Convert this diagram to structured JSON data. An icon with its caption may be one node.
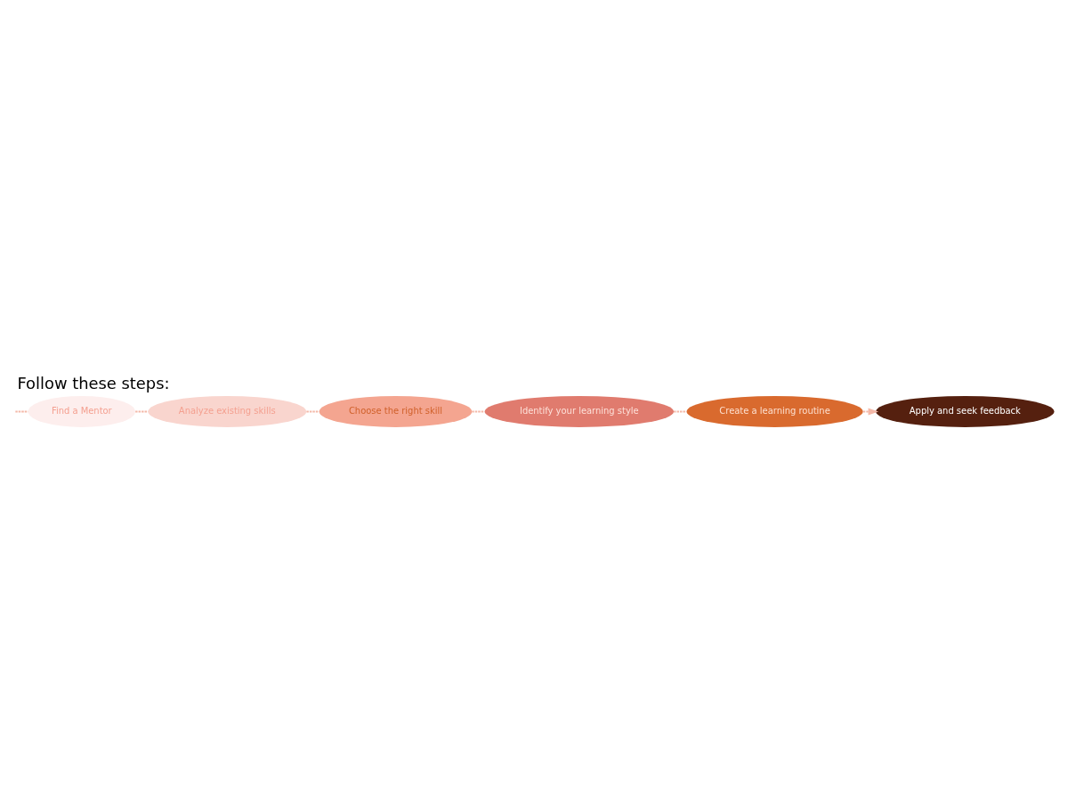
{
  "diagram": {
    "title": "Follow these steps:",
    "nodes": [
      {
        "text": [
          "Find a Mentor"
        ]
      },
      {
        "text": [
          "Analyze existing skills"
        ]
      },
      {
        "text": [
          "Choose the right skill"
        ]
      },
      {
        "text": [
          "Identify your learning style"
        ]
      },
      {
        "text": [
          "Create a learning routine"
        ]
      },
      {
        "text": [
          "Apply and seek feedback"
        ]
      }
    ],
    "edges": [
      {
        "from": null,
        "to": 0,
        "arrow": "none",
        "style": "dashed"
      },
      {
        "from": 0,
        "to": 1,
        "arrow": "none",
        "style": "dashed"
      },
      {
        "from": 1,
        "to": 2,
        "arrow": "none",
        "style": "dashed"
      },
      {
        "from": 2,
        "to": 3,
        "arrow": "none",
        "style": "dashed"
      },
      {
        "from": 3,
        "to": 4,
        "arrow": "none",
        "style": "dashed"
      },
      {
        "from": 4,
        "to": 5,
        "arrow": "to",
        "style": "dashed"
      }
    ]
  }
}
